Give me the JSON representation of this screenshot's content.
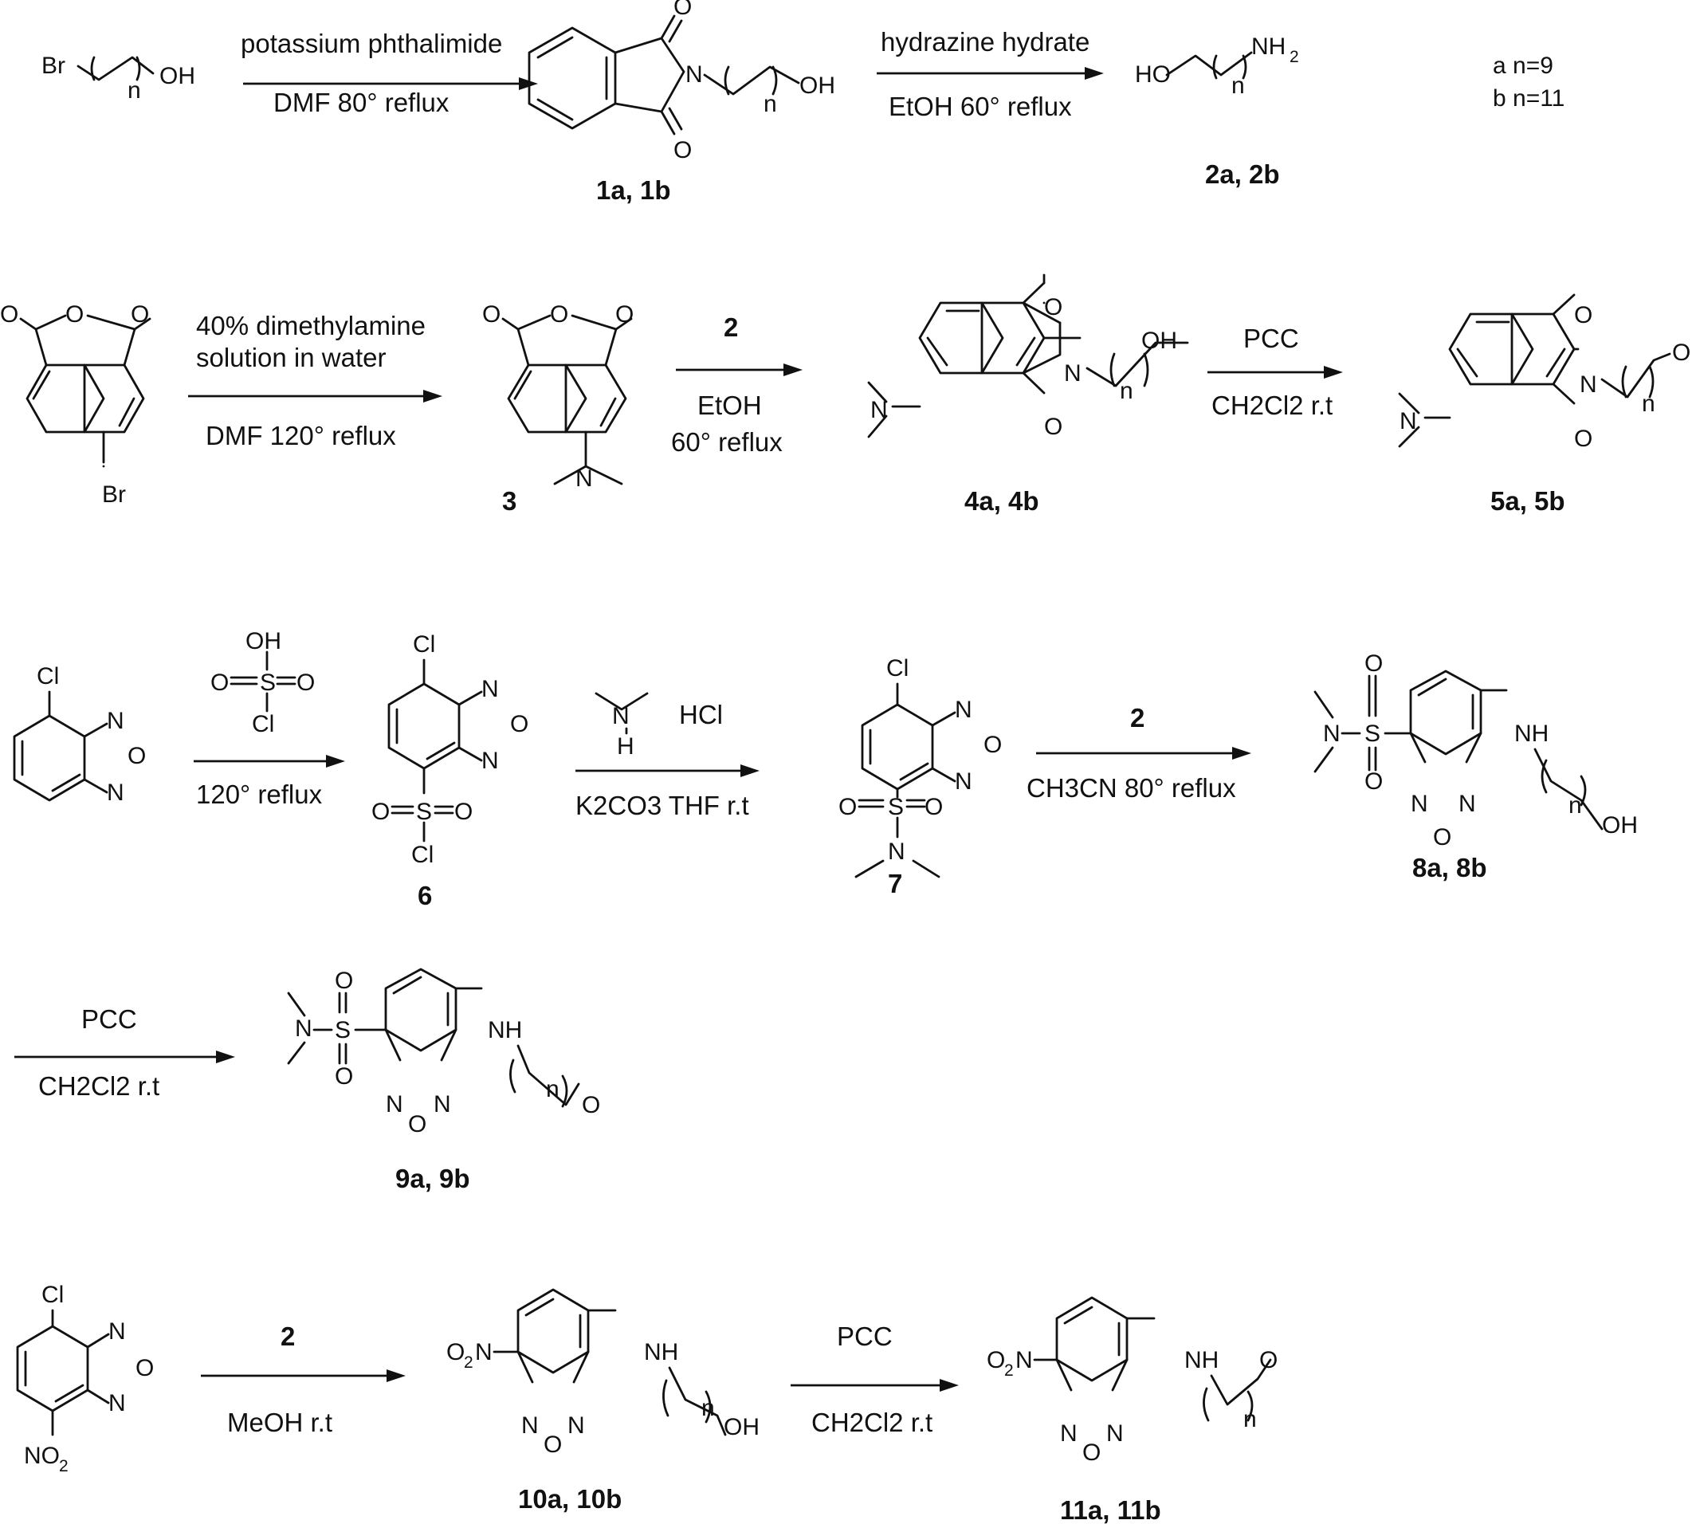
{
  "legend": {
    "a": "a n=9",
    "b": "b n=11"
  },
  "row1": {
    "arrow1": {
      "above": "potassium phthalimide",
      "below": "DMF 80° reflux"
    },
    "arrow2": {
      "above": "hydrazine hydrate",
      "below": "EtOH  60° reflux"
    },
    "labels": {
      "cpd1": "1a, 1b",
      "cpd2": "2a, 2b"
    }
  },
  "row2": {
    "arrow1": {
      "above_line1": "40% dimethylamine",
      "above_line2": "solution in water",
      "below": "DMF 120° reflux"
    },
    "arrow2": {
      "above": "2",
      "below_line1": "EtOH",
      "below_line2": "60° reflux"
    },
    "arrow3": {
      "above": "PCC",
      "below": "CH2Cl2  r.t"
    },
    "labels": {
      "cpd3": "3",
      "cpd4": "4a, 4b",
      "cpd5": "5a, 5b"
    }
  },
  "row3": {
    "arrow1": {
      "below": "120° reflux"
    },
    "arrow2": {
      "above": "HCl",
      "below": "K2CO3   THF r.t"
    },
    "arrow3": {
      "above": "2",
      "below": "CH3CN  80° reflux"
    },
    "labels": {
      "cpd6": "6",
      "cpd7": "7",
      "cpd8": "8a, 8b"
    }
  },
  "row4": {
    "arrow1": {
      "above": "PCC",
      "below": "CH2Cl2  r.t"
    },
    "labels": {
      "cpd9": "9a, 9b"
    }
  },
  "row5": {
    "arrow1": {
      "above": "2",
      "below": "MeOH  r.t"
    },
    "arrow2": {
      "above": "PCC",
      "below": "CH2Cl2  r.t"
    },
    "labels": {
      "cpd10": "10a, 10b",
      "cpd11": "11a, 11b"
    }
  },
  "atoms": {
    "Br": "Br",
    "OH": "OH",
    "HO": "HO",
    "O": "O",
    "N": "N",
    "n": "n",
    "NH": "NH",
    "NH2": "NH",
    "H": "H",
    "Cl": "Cl",
    "S": "S",
    "O2N": "O",
    "NO2": "NO",
    "two": "2"
  }
}
